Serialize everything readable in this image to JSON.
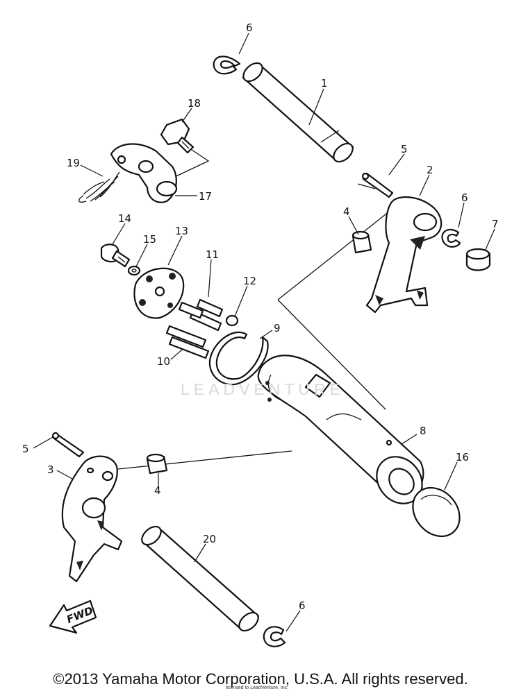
{
  "labels": {
    "l1": "1",
    "l2": "2",
    "l3": "3",
    "l4a": "4",
    "l4b": "4",
    "l5a": "5",
    "l5b": "5",
    "l6a": "6",
    "l6b": "6",
    "l6c": "6",
    "l7": "7",
    "l8": "8",
    "l9": "9",
    "l10": "10",
    "l11": "11",
    "l12": "12",
    "l13": "13",
    "l14": "14",
    "l15": "15",
    "l16": "16",
    "l17": "17",
    "l18": "18",
    "l19": "19",
    "l20": "20",
    "fwd": "FWD"
  },
  "watermark": "LEADVENTURE",
  "copyright": "©2013 Yamaha Motor Corporation, U.S.A. All rights reserved.",
  "licensed": "licensed to LeadVenture, Inc."
}
